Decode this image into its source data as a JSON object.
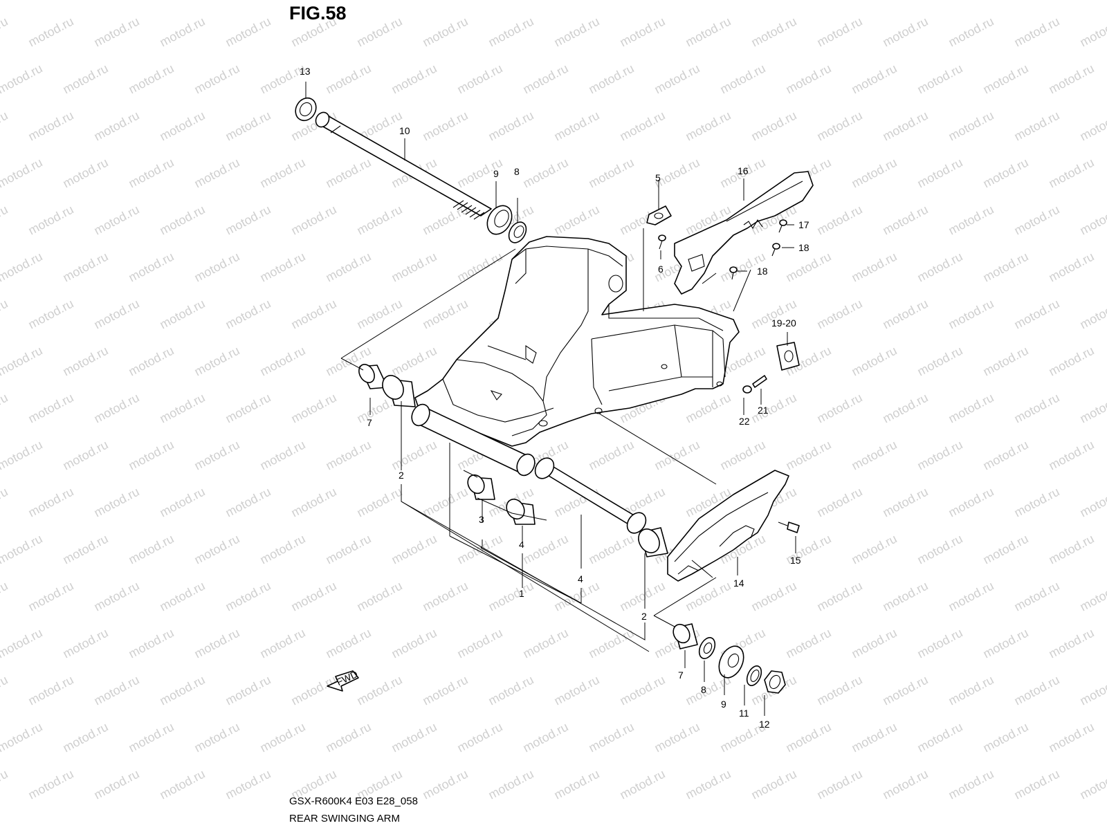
{
  "figure": {
    "title": "FIG.58",
    "model_code": "GSX-R600K4 E03 E28_058",
    "name": "REAR SWINGING ARM",
    "watermark": "motod.ru",
    "fwd_label": "FWD"
  },
  "callouts": [
    "1",
    "2",
    "2",
    "3",
    "3",
    "4",
    "5",
    "6",
    "7",
    "7",
    "8",
    "8",
    "9",
    "9",
    "10",
    "11",
    "12",
    "13",
    "14",
    "15",
    "16",
    "17",
    "18",
    "18",
    "19-20",
    "21",
    "22"
  ],
  "colors": {
    "line": "#000000",
    "background": "#ffffff",
    "watermark": "#cfcfcf"
  }
}
